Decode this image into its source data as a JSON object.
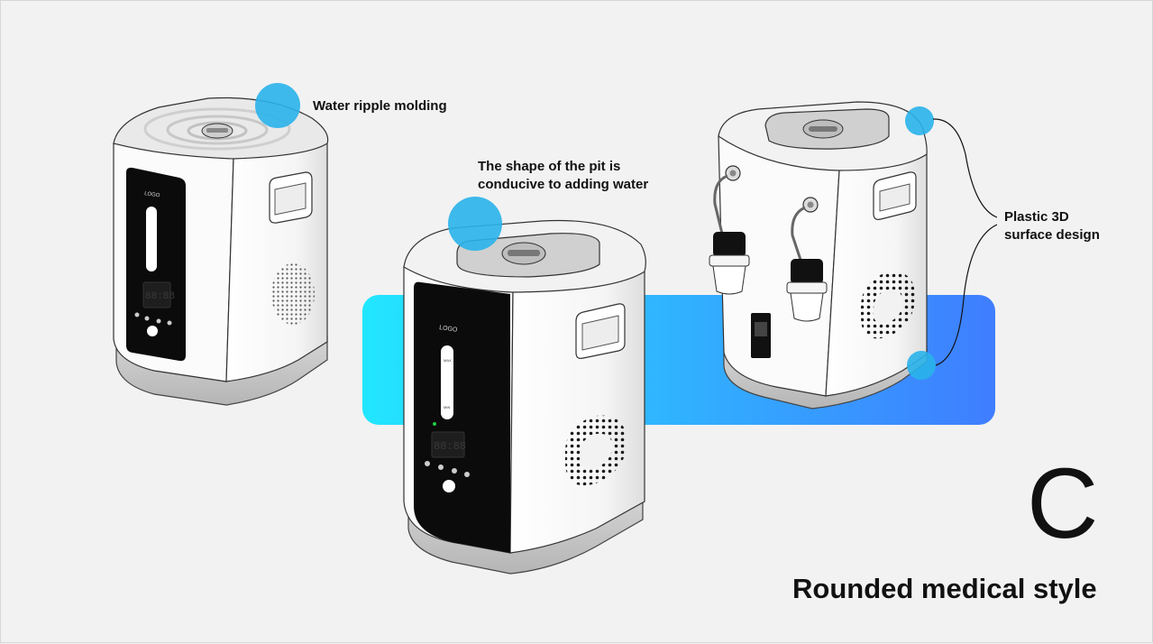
{
  "annotations": {
    "ripple": "Water ripple molding",
    "pit_line1": "The shape of the pit is",
    "pit_line2": "conducive to adding water",
    "plastic_line1": "Plastic 3D",
    "plastic_line2": "surface design"
  },
  "variant_letter": "C",
  "style_title": "Rounded medical style",
  "device": {
    "logo": "LOGO",
    "max_label": "MAX",
    "min_label": "MIN",
    "display_digits": "88:88"
  },
  "colors": {
    "background": "#f2f2f2",
    "band_start": "#22e6ff",
    "band_end": "#3f7dff",
    "highlight": "#29b3ea",
    "panel": "#0b0b0b",
    "body": "#f7f7f7",
    "base": "#c9c9c9"
  }
}
